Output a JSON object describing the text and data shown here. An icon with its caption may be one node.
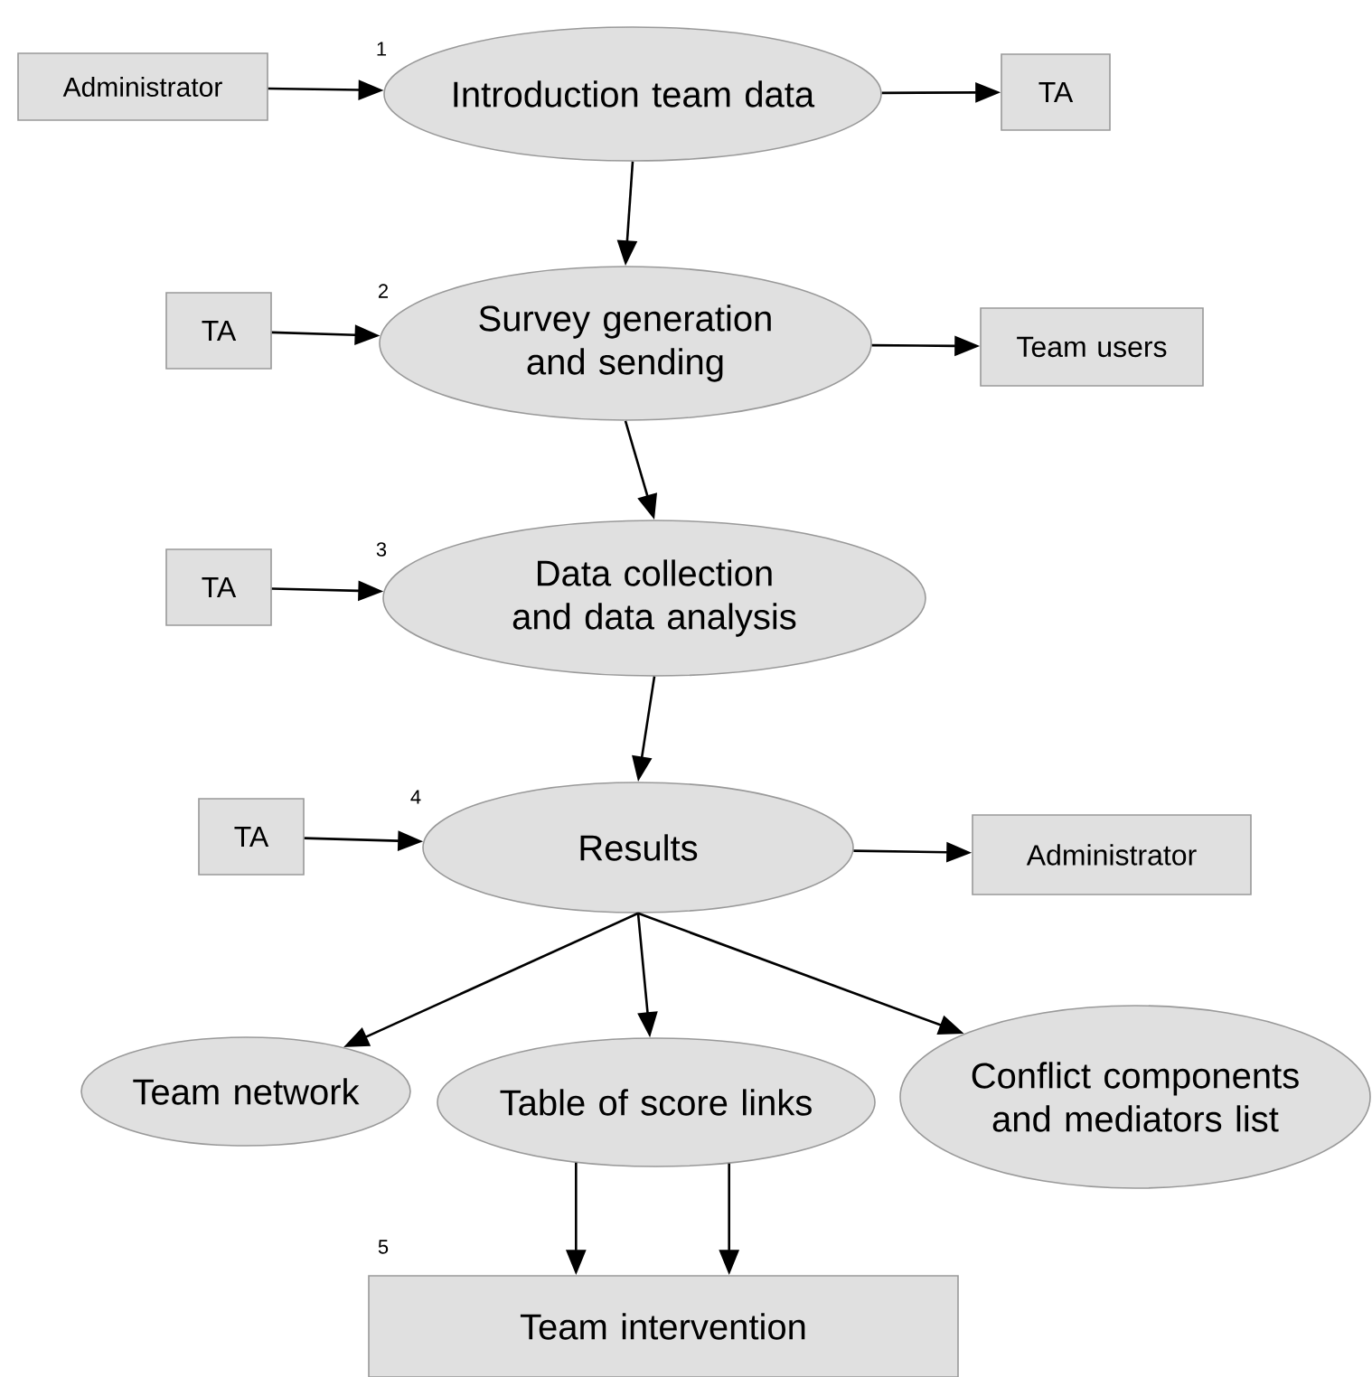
{
  "diagram": {
    "nodes": [
      {
        "text": [
          "Administrator"
        ]
      },
      {
        "text": [
          "Introduction team data"
        ]
      },
      {
        "text": [
          "TA"
        ]
      },
      {
        "text": [
          "TA"
        ]
      },
      {
        "text": [
          "Survey generation and sending"
        ]
      },
      {
        "text": [
          "Team users"
        ]
      },
      {
        "text": [
          "TA"
        ]
      },
      {
        "text": [
          "Data collection and data analysis"
        ]
      },
      {
        "text": [
          "TA"
        ]
      },
      {
        "text": [
          "Results"
        ]
      },
      {
        "text": [
          "Administrator"
        ]
      },
      {
        "text": [
          "Team network"
        ]
      },
      {
        "text": [
          "Table of score links"
        ]
      },
      {
        "text": [
          "Conflict components and mediators list"
        ]
      },
      {
        "text": [
          "Team intervention"
        ]
      }
    ],
    "edges": [
      {
        "from": 0,
        "to": 1,
        "arrow": "to"
      },
      {
        "from": 1,
        "to": 2,
        "arrow": "to"
      },
      {
        "from": 1,
        "to": 4,
        "arrow": "to"
      },
      {
        "from": 3,
        "to": 4,
        "arrow": "to"
      },
      {
        "from": 4,
        "to": 5,
        "arrow": "to"
      },
      {
        "from": 4,
        "to": 7,
        "arrow": "to"
      },
      {
        "from": 6,
        "to": 7,
        "arrow": "to"
      },
      {
        "from": 7,
        "to": 9,
        "arrow": "to"
      },
      {
        "from": 8,
        "to": 9,
        "arrow": "to"
      },
      {
        "from": 9,
        "to": 10,
        "arrow": "to"
      },
      {
        "from": 9,
        "to": 11,
        "arrow": "to"
      },
      {
        "from": 9,
        "to": 12,
        "arrow": "to"
      },
      {
        "from": 9,
        "to": 13,
        "arrow": "to"
      },
      {
        "from": 12,
        "to": 14,
        "arrow": "to"
      },
      {
        "from": 12,
        "to": 14,
        "arrow": "to"
      }
    ],
    "labels": [
      "1",
      "2",
      "3",
      "4",
      "5"
    ]
  }
}
